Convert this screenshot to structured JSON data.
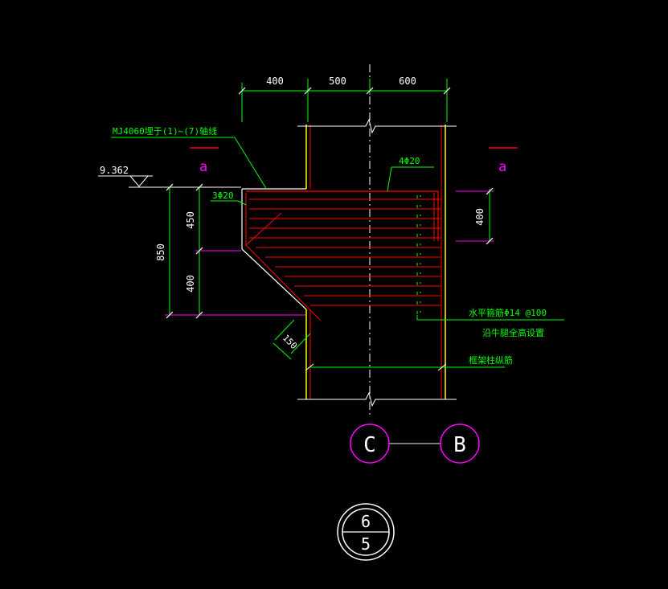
{
  "colors": {
    "background": "#000000",
    "dimension": "#ffffff",
    "dim_line_green": "#00ff00",
    "column": "#ffff00",
    "rebar": "#ff0000",
    "outline": "#ffffff",
    "magenta": "#ff00ff",
    "centerline": "#ffffff"
  },
  "dimensions": {
    "top": [
      "400",
      "500",
      "600"
    ],
    "left_total": "850",
    "left_upper": "450",
    "left_lower": "400",
    "right": "400",
    "chamfer": "150"
  },
  "elevation": "9.362",
  "section_marks": {
    "left": "a",
    "right": "a"
  },
  "labels": {
    "embedded_part": "MJ4060埋于(1)~(7)轴线",
    "top_bar": "4Φ20",
    "corbel_bar": "3Φ20",
    "stirrup": "水平箍筋Φ14 @100",
    "stirrup_note": "沿牛腿全高设置",
    "column_bar": "框架柱纵筋"
  },
  "axes": [
    "C",
    "B"
  ],
  "detail_symbol": {
    "number": "6",
    "sheet": "5"
  }
}
